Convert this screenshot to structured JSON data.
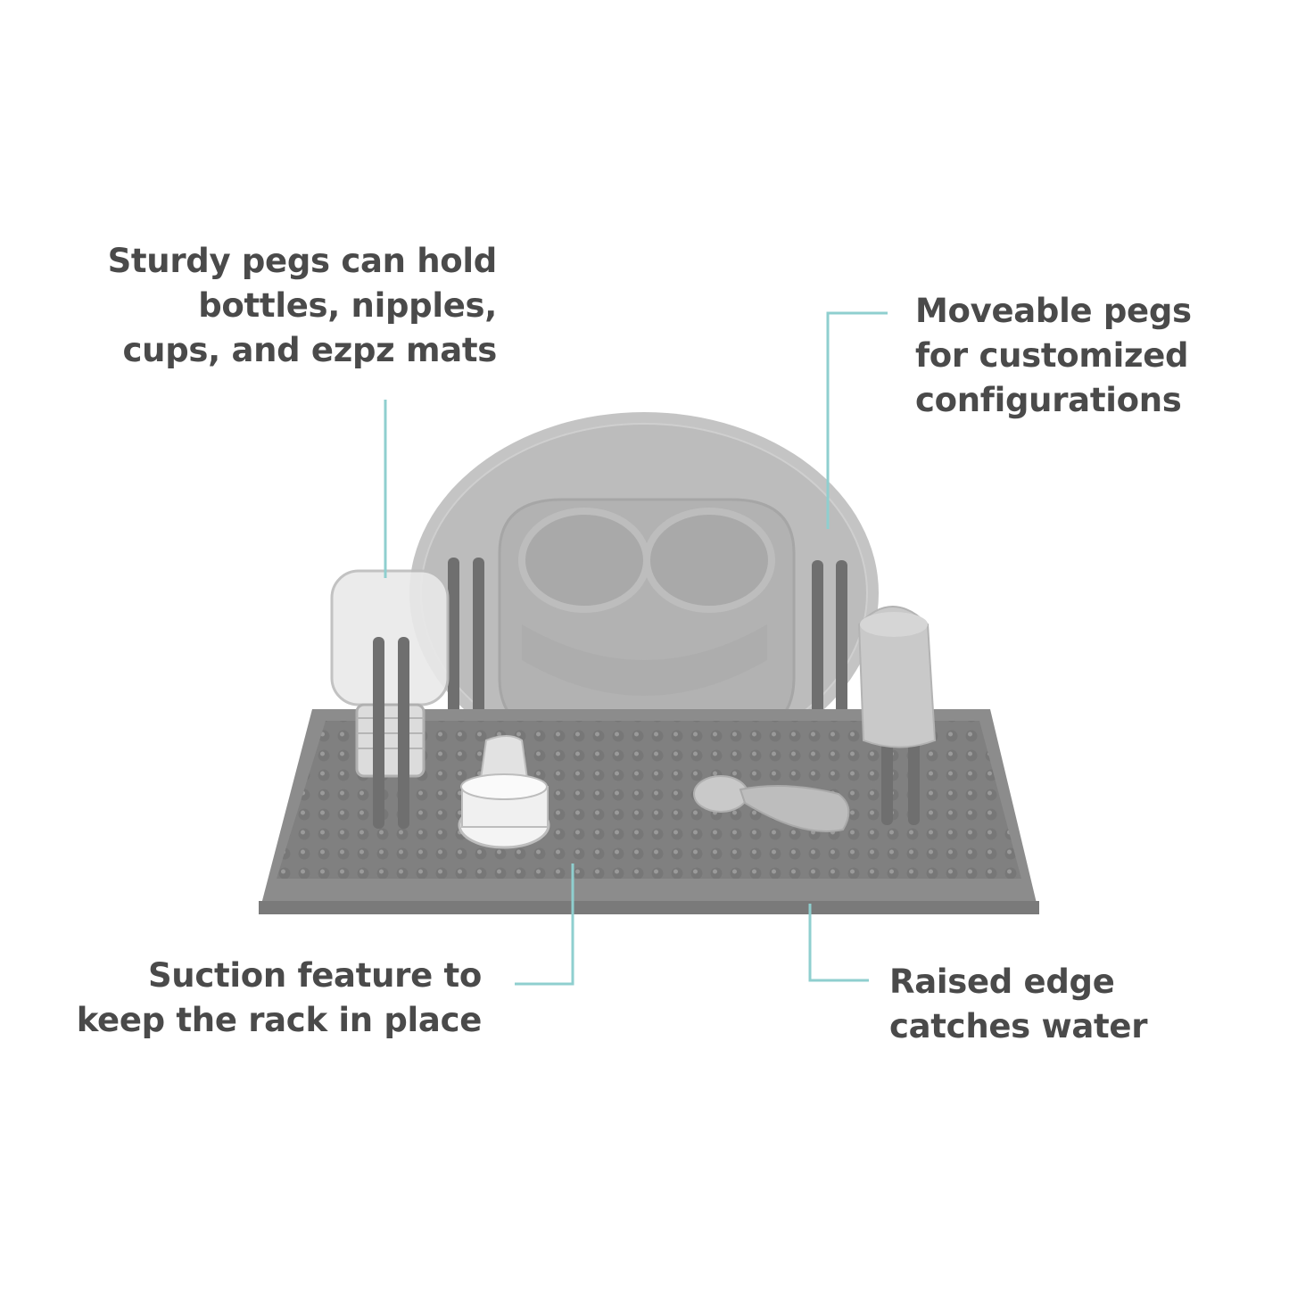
{
  "callouts": {
    "pegs": {
      "lines": [
        "Sturdy pegs can hold",
        "bottles, nipples,",
        "cups, and ezpz mats"
      ]
    },
    "moveable": {
      "lines": [
        "Moveable pegs",
        "for customized",
        "configurations"
      ]
    },
    "suction": {
      "lines": [
        "Suction feature to",
        "keep the rack in place"
      ]
    },
    "edge": {
      "lines": [
        "Raised edge",
        "catches water"
      ]
    }
  },
  "colors": {
    "text": "#4a4a4a",
    "leader": "#8fcfcf",
    "rack": "#8a8a8a",
    "rack_dark": "#6e6e6e",
    "mat": "#bdbdbd",
    "peg": "#777777"
  }
}
